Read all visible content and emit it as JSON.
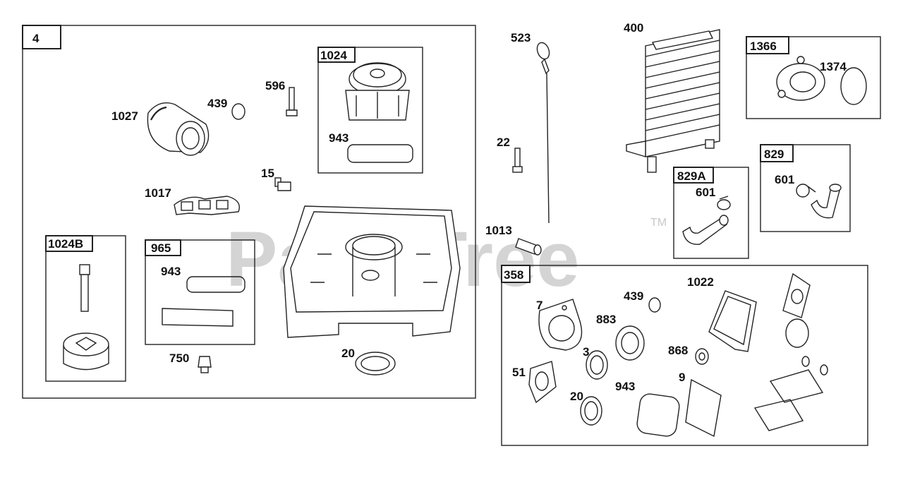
{
  "watermark": {
    "text": "PartsTree",
    "tm": "TM"
  },
  "groups": {
    "g4": "4",
    "g1024": "1024",
    "g1024b": "1024B",
    "g965": "965",
    "g358": "358",
    "g1366": "1366",
    "g829": "829",
    "g829a": "829A"
  },
  "parts": {
    "p1027": "1027",
    "p439a": "439",
    "p596": "596",
    "p943a": "943",
    "p15": "15",
    "p1017": "1017",
    "p943b": "943",
    "p750": "750",
    "p20a": "20",
    "p523": "523",
    "p22": "22",
    "p1013": "1013",
    "p400": "400",
    "p1374": "1374",
    "p601a": "601",
    "p601b": "601",
    "p7": "7",
    "p439b": "439",
    "p1022": "1022",
    "p883": "883",
    "p3": "3",
    "p868": "868",
    "p51": "51",
    "p943c": "943",
    "p9": "9",
    "p20b": "20"
  }
}
